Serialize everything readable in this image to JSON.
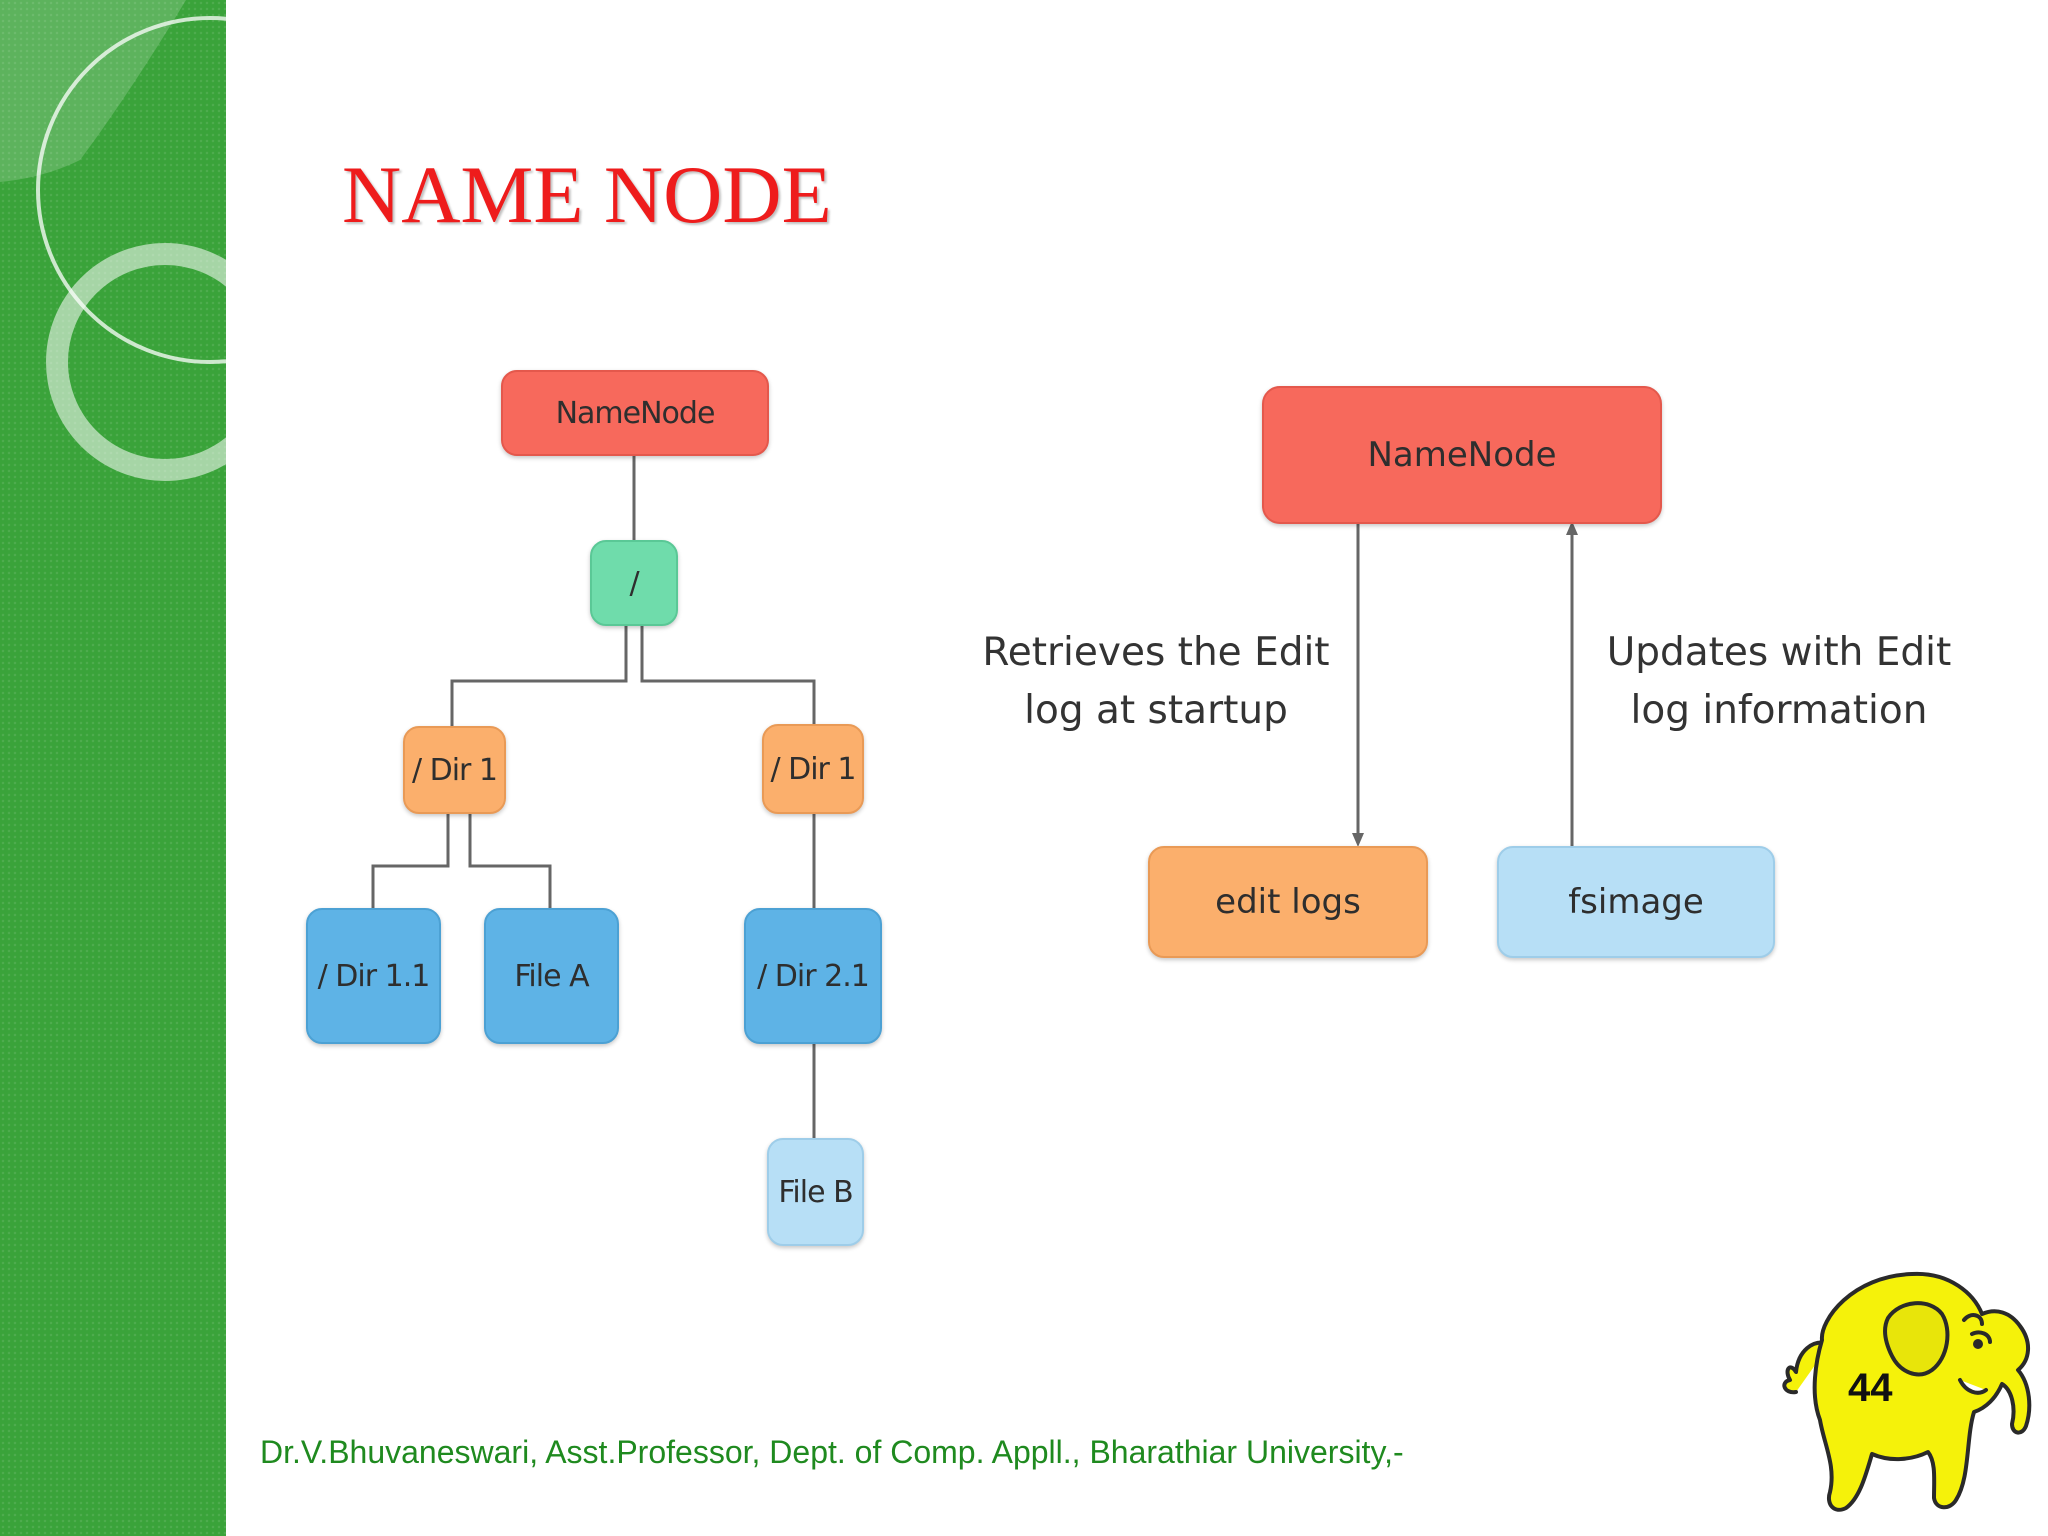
{
  "slide": {
    "title": "NAME NODE",
    "footer": "Dr.V.Bhuvaneswari, Asst.Professor, Dept. of Comp. Appll., Bharathiar University,-",
    "page_number": "44",
    "sidebar_color": "#3aa33a",
    "title_color": "#ee1c1c"
  },
  "namespace_tree": {
    "root": "NameNode",
    "slash": "/",
    "dir_left": "/ Dir 1",
    "dir_right": "/ Dir 1",
    "dir_1_1": "/ Dir 1.1",
    "file_a": "File A",
    "dir_2_1": "/ Dir 2.1",
    "file_b": "File B"
  },
  "metadata_flow": {
    "namenode": "NameNode",
    "edit_logs": "edit logs",
    "fsimage": "fsimage",
    "retrieve_caption": [
      "Retrieves the Edit",
      "log at startup"
    ],
    "update_caption": [
      "Updates with Edit",
      "log information"
    ]
  },
  "colors": {
    "namenode": "#f7695c",
    "root_dir": "#6fdcab",
    "directory": "#fbaf6c",
    "leaf": "#5eb3e6",
    "file_b": "#b7dff6",
    "edit_logs": "#fbaf6c",
    "fsimage": "#b7dff6"
  },
  "icons": {
    "mascot": "hadoop-elephant-icon"
  }
}
